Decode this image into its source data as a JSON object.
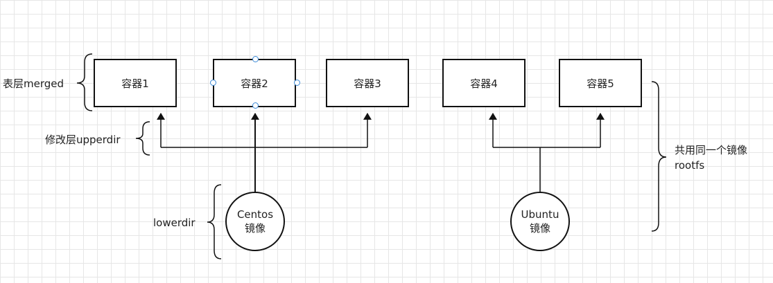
{
  "layers": {
    "merged": "表层merged",
    "upperdir": "修改层upperdir",
    "lowerdir": "lowerdir"
  },
  "containers": [
    "容器1",
    "容器2",
    "容器3",
    "容器4",
    "容器5"
  ],
  "images": {
    "centos": {
      "line1": "Centos",
      "line2": "镜像"
    },
    "ubuntu": {
      "line1": "Ubuntu",
      "line2": "镜像"
    }
  },
  "shared_note": {
    "line1": "共用同一个镜像",
    "line2": "rootfs"
  },
  "colors": {
    "stroke": "#111111",
    "grid": "#e6e6e6",
    "selection_handle": "#3a8ad8"
  }
}
